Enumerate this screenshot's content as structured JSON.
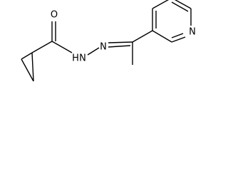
{
  "structure": {
    "atoms": {
      "carbonyl_oxygen": "O",
      "amide_nitrogen": "N",
      "amide_hydrogen": "H",
      "hydrazone_nitrogen": "N",
      "pyridine_nitrogen": "N"
    }
  },
  "colors": {
    "bond": "#000000",
    "label": "#000000",
    "background": "#ffffff"
  }
}
